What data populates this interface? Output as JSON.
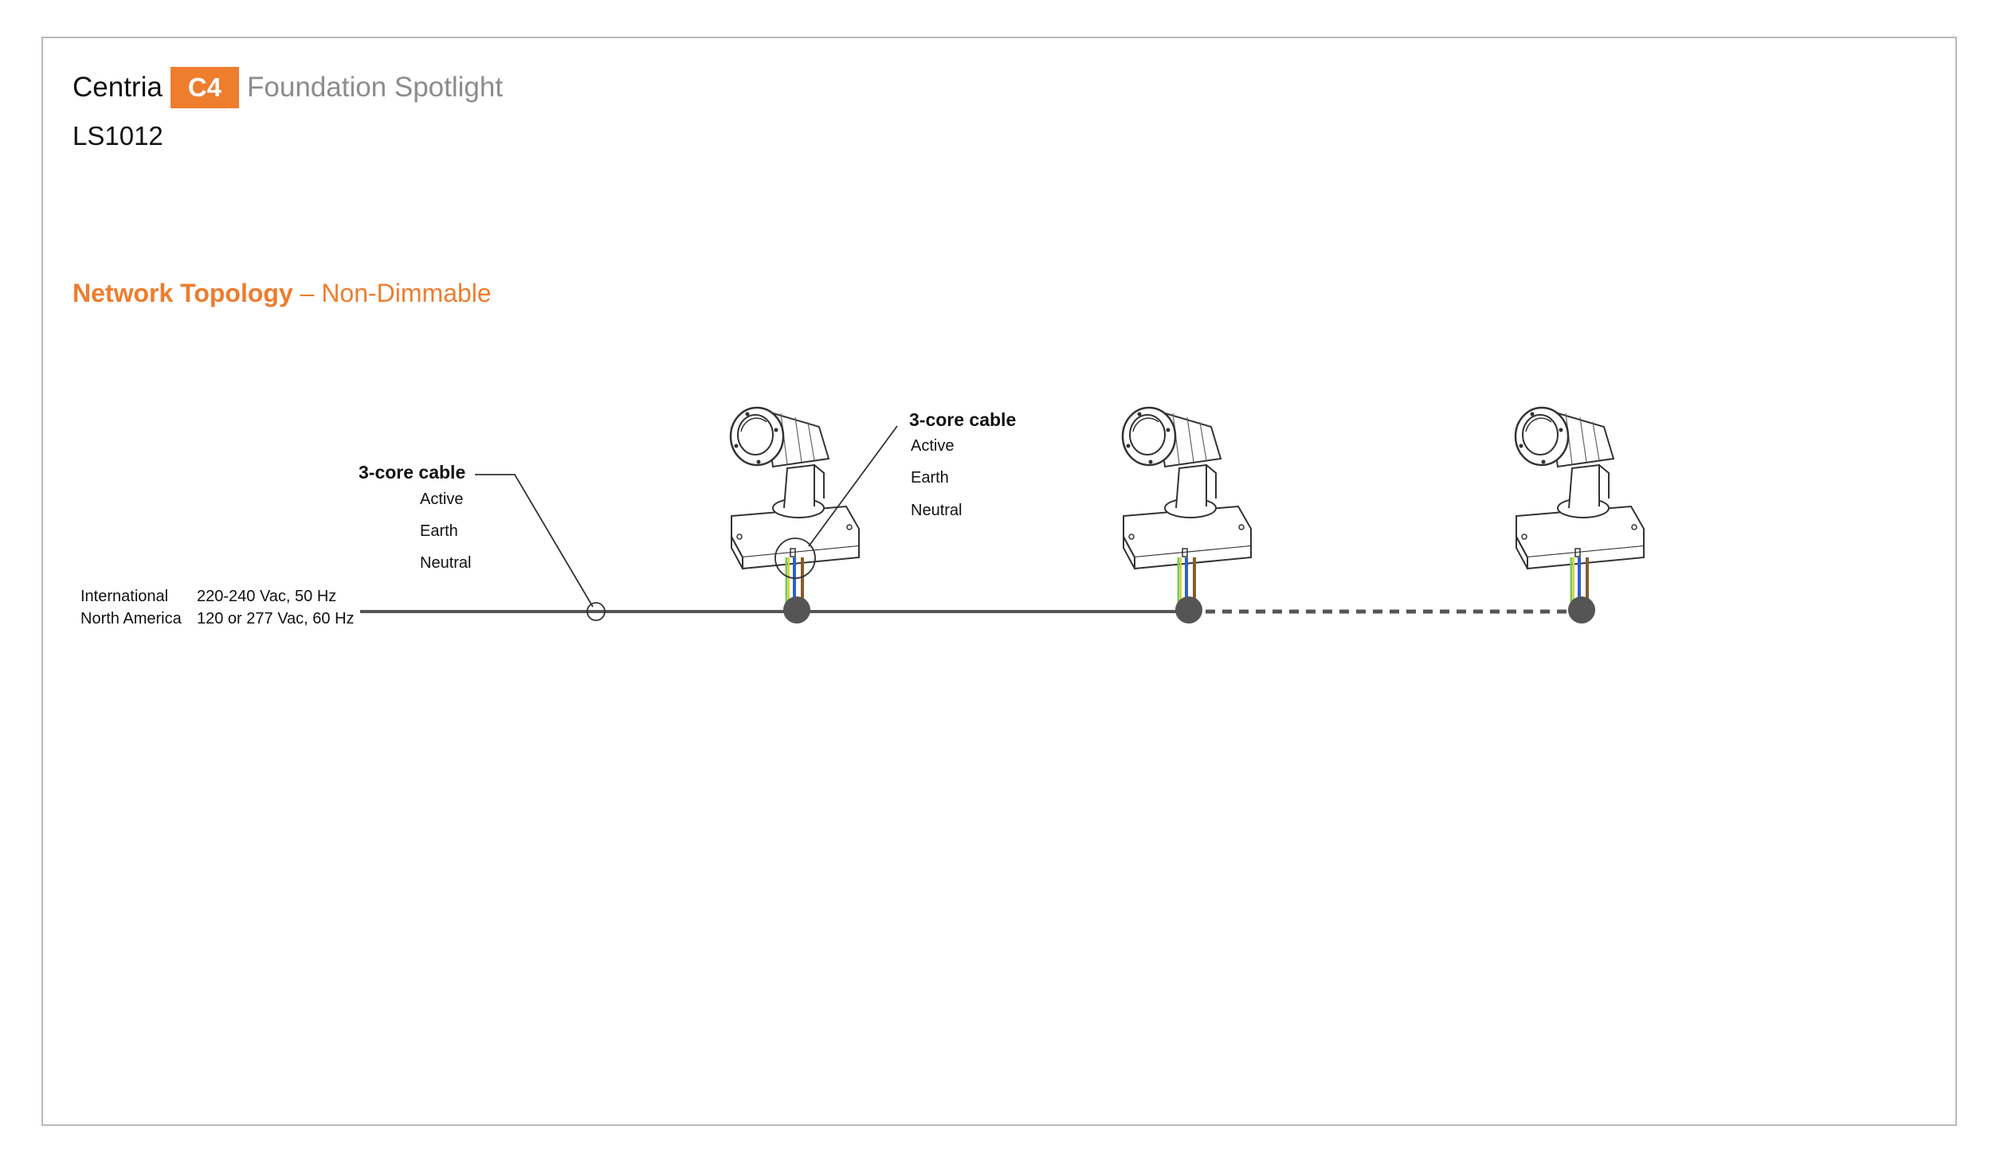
{
  "header": {
    "brand": "Centria",
    "badge": "C4",
    "product": "Foundation Spotlight",
    "model": "LS1012"
  },
  "section": {
    "title_bold": "Network Topology",
    "title_rest": "– Non-Dimmable"
  },
  "supply": {
    "rows": [
      {
        "region": "International",
        "spec": "220-240 Vac, 50 Hz"
      },
      {
        "region": "North America",
        "spec": "120 or 277 Vac, 60 Hz"
      }
    ]
  },
  "callouts": [
    {
      "title": "3-core cable",
      "lines": [
        "Active",
        "Earth",
        "Neutral"
      ]
    },
    {
      "title": "3-core cable",
      "lines": [
        "Active",
        "Earth",
        "Neutral"
      ]
    }
  ],
  "colors": {
    "accent": "#ee7d2e",
    "line": "#555555",
    "node": "#555555",
    "wire_green": "#7ec84a",
    "wire_yellow": "#d8cf3a",
    "wire_blue": "#2f5fd1",
    "wire_brown": "#8a5a2b"
  },
  "fixtures": {
    "count": 3
  }
}
